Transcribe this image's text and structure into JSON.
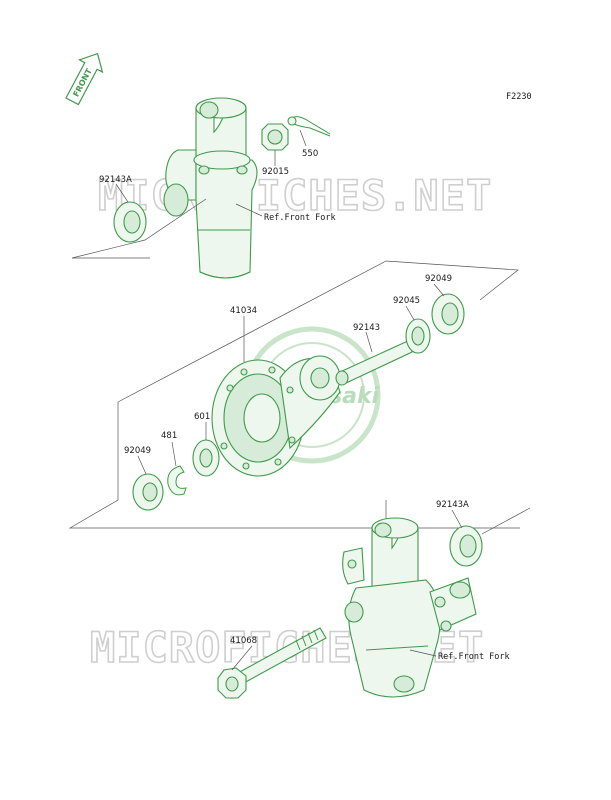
{
  "figure_code": "F2230",
  "direction_tag": "FRONT",
  "watermark": "MICROFICHES.NET",
  "logo_text": "Kawasaki",
  "references": {
    "front_fork_top": "Ref.Front Fork",
    "front_fork_bottom": "Ref.Front Fork"
  },
  "callouts": {
    "p550": "550",
    "p92015": "92015",
    "p92143a_top": "92143A",
    "p41034": "41034",
    "p92049_right": "92049",
    "p92045": "92045",
    "p92143": "92143",
    "p601": "601",
    "p481": "481",
    "p92049_left": "92049",
    "p92143a_bottom": "92143A",
    "p41068": "41068"
  },
  "colors": {
    "line": "#3f9a4a",
    "fill": "#eef7ee",
    "watermark": "#cfcfcf"
  }
}
